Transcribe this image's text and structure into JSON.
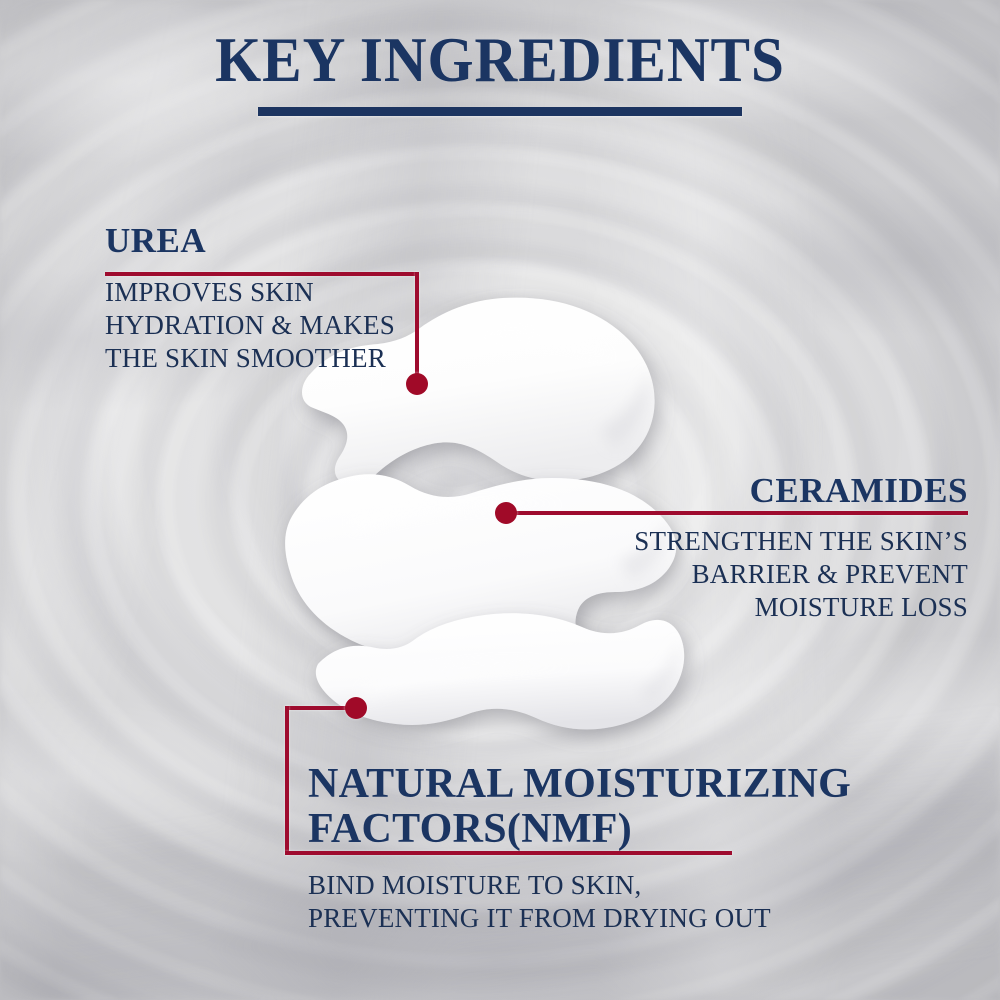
{
  "header": {
    "title": "KEY INGREDIENTS",
    "rule_color": "#1C3460"
  },
  "theme": {
    "navy": "#1B3562",
    "body_navy": "#1B3054",
    "crimson": "#9E0B2E",
    "dot_crimson": "#A00A28",
    "background": "#D9D9DA",
    "cream": "#FFFFFF"
  },
  "annotations": [
    {
      "id": "urea",
      "heading": "UREA",
      "body": [
        "IMPROVES SKIN",
        "HYDRATION & MAKES",
        "THE SKIN SMOOTHER"
      ],
      "align": "left",
      "marker_point": "417,384"
    },
    {
      "id": "ceramides",
      "heading": "CERAMIDES",
      "body": [
        "STRENGTHEN THE SKIN’S",
        "BARRIER & PREVENT",
        "MOISTURE LOSS"
      ],
      "align": "right",
      "marker_point": "506,513"
    },
    {
      "id": "nmf",
      "heading_lines": [
        "NATURAL MOISTURIZING",
        "FACTORS(NMF)"
      ],
      "body": [
        "BIND MOISTURE TO SKIN,",
        "PREVENTING IT FROM DRYING OUT"
      ],
      "align": "left",
      "marker_point": "356,708"
    }
  ],
  "image": {
    "subject": "cream-swatch",
    "description": "Three-lobed white moisturizer cream smear on a grey water-ripple background"
  }
}
